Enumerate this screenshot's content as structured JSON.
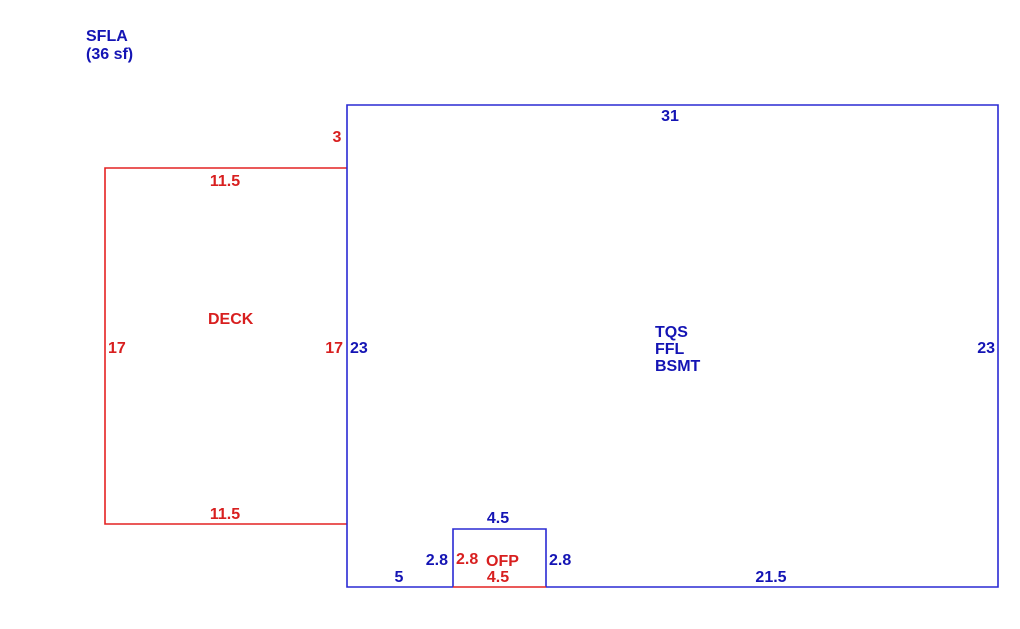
{
  "legend": {
    "title": "SFLA",
    "area": "(36 sf)"
  },
  "main_area": {
    "labels": [
      "TQS",
      "FFL",
      "BSMT"
    ],
    "top": "31",
    "left": "23",
    "right": "23",
    "bottom_left": "5",
    "bottom_right": "21.5"
  },
  "deck": {
    "label": "DECK",
    "offset": "3",
    "top": "11.5",
    "bottom": "11.5",
    "left": "17",
    "right": "17"
  },
  "porch": {
    "label": "OFP",
    "top": "4.5",
    "bottom": "4.5",
    "left_outer": "2.8",
    "left_inner": "2.8",
    "right": "2.8"
  },
  "colors": {
    "living_area": "#1414b4",
    "exterior_area": "#d81f1f"
  }
}
